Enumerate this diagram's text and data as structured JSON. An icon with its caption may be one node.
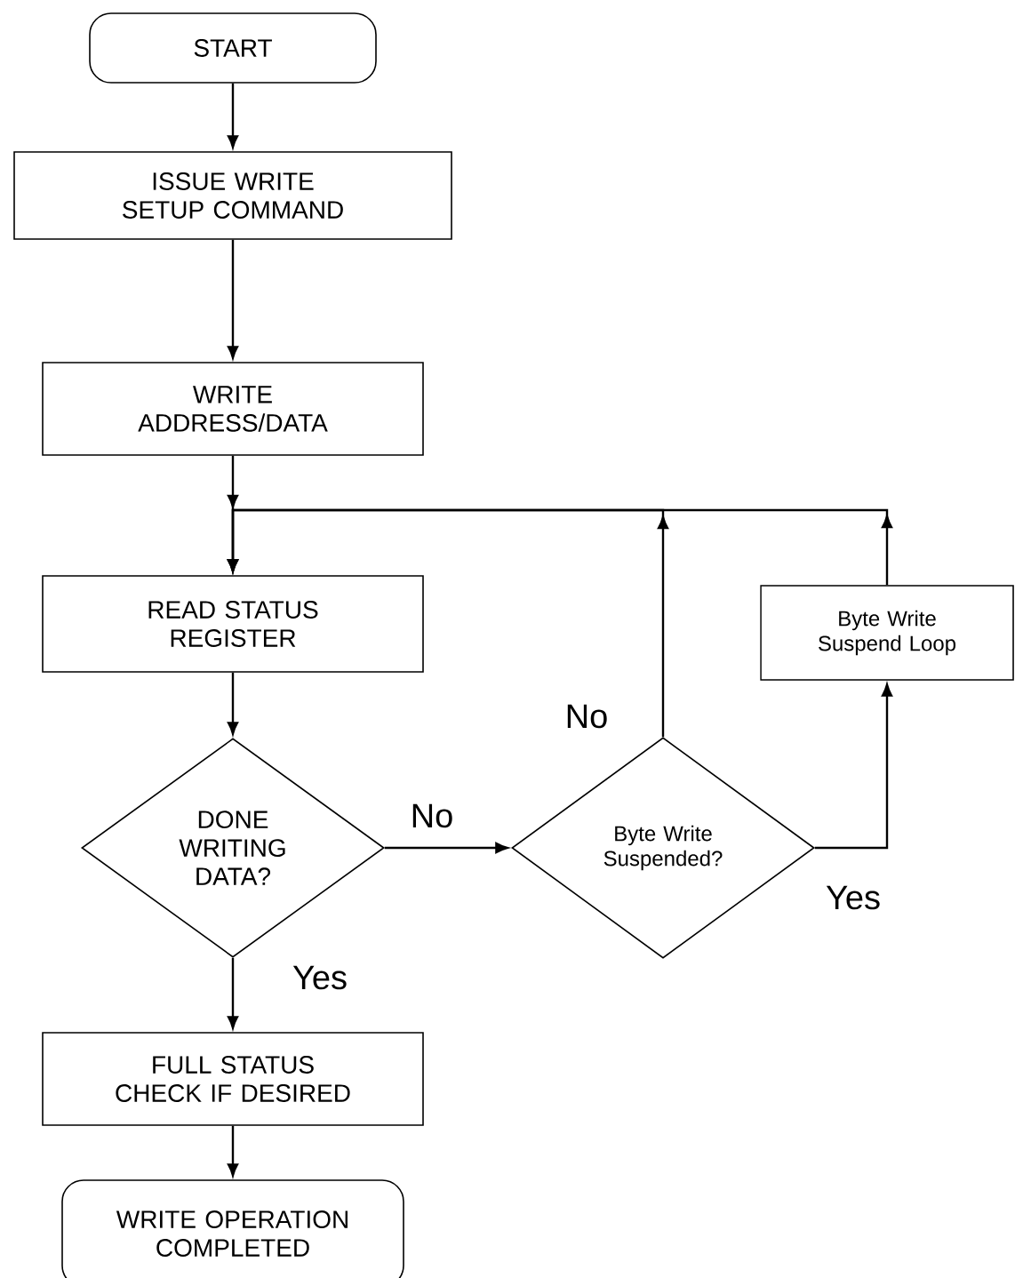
{
  "diagram": {
    "nodes": [
      {
        "text": [
          "START"
        ]
      },
      {
        "text": [
          "ISSUE WRITE SETUP COMMAND"
        ]
      },
      {
        "text": [
          "WRITE ADDRESS/DATA"
        ]
      },
      {
        "text": [
          "READ STATUS REGISTER"
        ]
      },
      {
        "text": [
          "DONE WRITING DATA?"
        ]
      },
      {
        "text": [
          "Byte Write Suspended?"
        ]
      },
      {
        "text": [
          "Byte Write Suspend Loop"
        ]
      },
      {
        "text": [
          "FULL STATUS CHECK IF DESIRED"
        ]
      },
      {
        "text": [
          "WRITE OPERATION COMPLETED"
        ]
      }
    ],
    "edges": [
      {
        "from": 0,
        "to": 1,
        "arrow": "to"
      },
      {
        "from": 1,
        "to": 2,
        "arrow": "to"
      },
      {
        "from": 2,
        "to": 3,
        "arrow": "to"
      },
      {
        "from": 3,
        "to": 4,
        "arrow": "to"
      },
      {
        "from": 4,
        "to": 5,
        "arrow": "to",
        "label": "No"
      },
      {
        "from": 4,
        "to": 7,
        "arrow": "to",
        "label": "Yes"
      },
      {
        "from": 5,
        "to": 3,
        "arrow": "to",
        "label": "No"
      },
      {
        "from": 5,
        "to": 6,
        "arrow": "to",
        "label": "Yes"
      },
      {
        "from": 6,
        "to": 3,
        "arrow": "to"
      },
      {
        "from": 7,
        "to": 8,
        "arrow": "to"
      }
    ]
  }
}
